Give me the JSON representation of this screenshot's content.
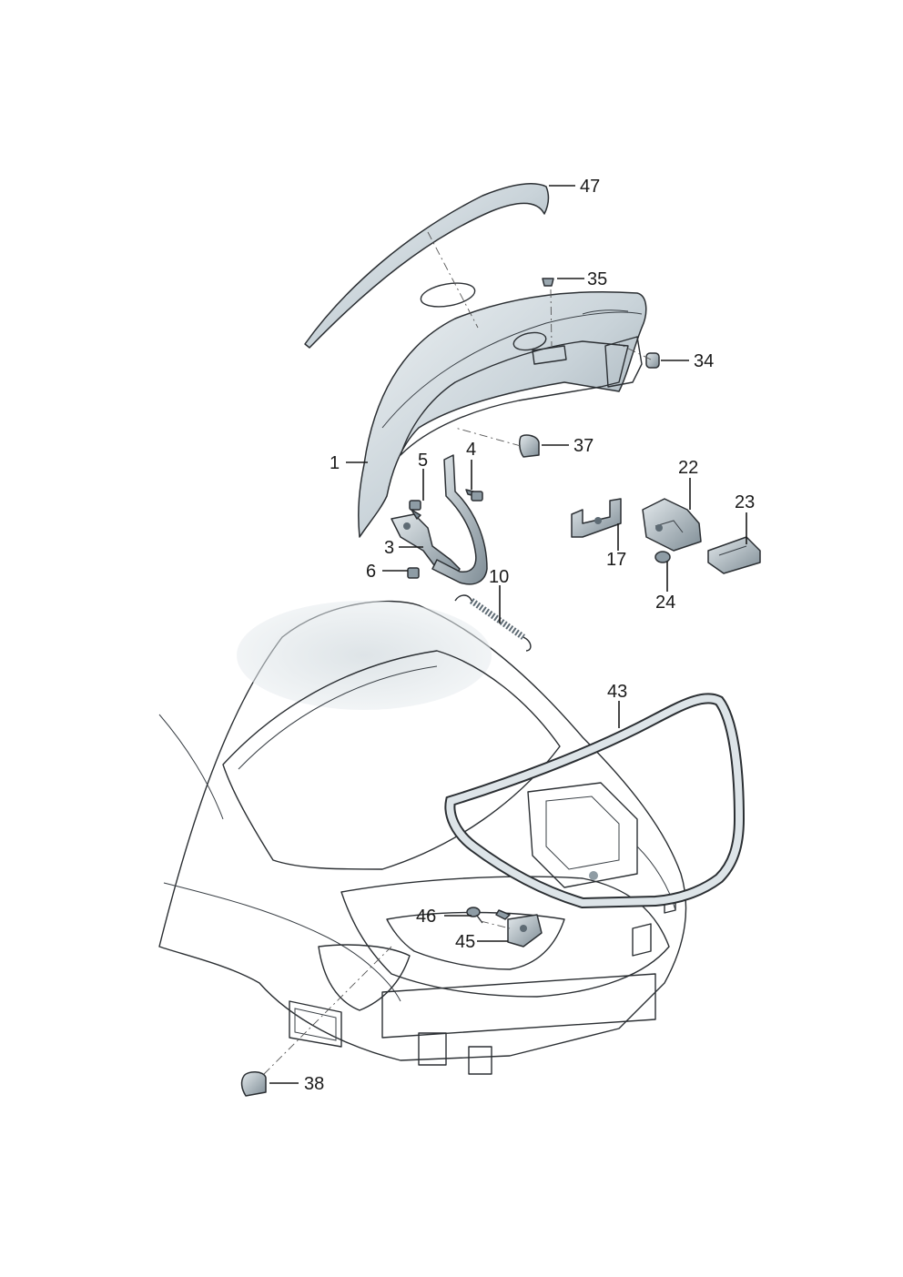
{
  "labels": {
    "p1": "1",
    "p3": "3",
    "p4": "4",
    "p5": "5",
    "p6": "6",
    "p10": "10",
    "p17": "17",
    "p22": "22",
    "p23": "23",
    "p24": "24",
    "p34": "34",
    "p35": "35",
    "p37": "37",
    "p38": "38",
    "p43": "43",
    "p45": "45",
    "p46": "46",
    "p47": "47"
  },
  "colors": {
    "part_fill_light": "#dfe6ea",
    "part_fill_mid": "#b9c5cc",
    "part_fill_dark": "#7d8c96",
    "body_fill": "#e9eef1",
    "glass_fill": "#c6d1d7",
    "line": "#2b2f33"
  }
}
